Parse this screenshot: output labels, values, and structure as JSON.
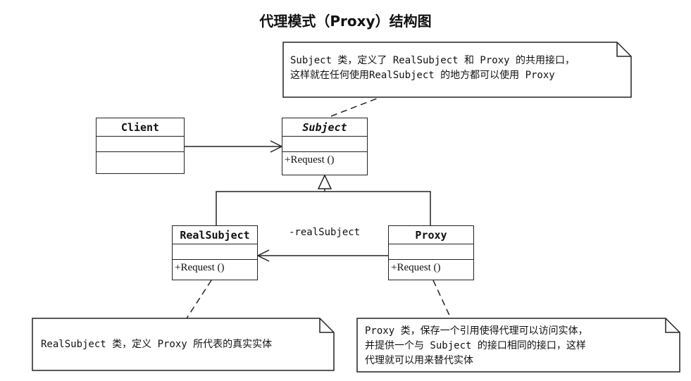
{
  "title": "代理模式（Proxy）结构图",
  "classes": {
    "client": {
      "name": "Client",
      "ops": ""
    },
    "subject": {
      "name": "Subject",
      "ops": "+Request ()"
    },
    "realsubject": {
      "name": "RealSubject",
      "ops": "+Request ()"
    },
    "proxy": {
      "name": "Proxy",
      "ops": "+Request ()"
    }
  },
  "association_label": "-realSubject",
  "notes": {
    "subject": {
      "line1": "Subject 类，定义了 RealSubject 和 Proxy 的共用接口，",
      "line2": "这样就在任何使用RealSubject 的地方都可以使用 Proxy"
    },
    "realsubject": {
      "line1": "RealSubject 类，定义 Proxy 所代表的真实实体"
    },
    "proxy": {
      "line1": "Proxy 类，保存一个引用使得代理可以访问实体，",
      "line2": "并提供一个与 Subject 的接口相同的接口，这样",
      "line3": "代理就可以用来替代实体"
    }
  }
}
